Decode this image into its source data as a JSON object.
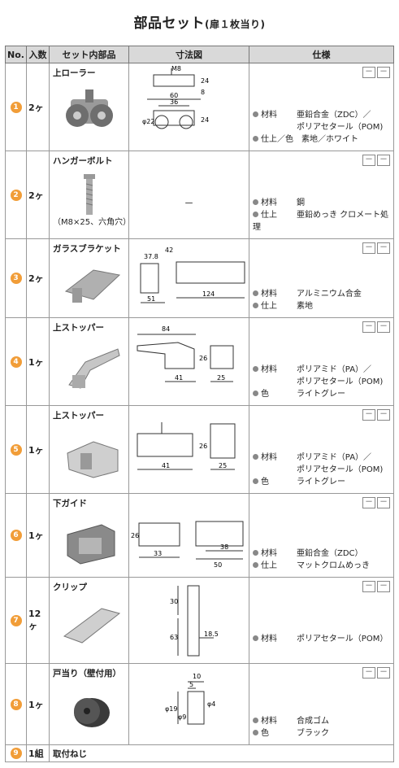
{
  "title": "部品セット",
  "title_note": "(扉１枚当り)",
  "headers": {
    "no": "No.",
    "qty": "入数",
    "part": "セット内部品",
    "dim": "寸法図",
    "spec": "仕様"
  },
  "rows": [
    {
      "no": "1",
      "qty": "2ヶ",
      "name": "上ローラー",
      "sub": "",
      "dim_labels": [
        "M8",
        "24",
        "8",
        "60",
        "36",
        "φ22",
        "24"
      ],
      "specs": [
        {
          "k": "材料",
          "v": "亜鉛合金（ZDC）／"
        },
        {
          "k": "",
          "v": "ポリアセタール（POM)"
        },
        {
          "k": "仕上／色",
          "v": "素地／ホワイト"
        }
      ]
    },
    {
      "no": "2",
      "qty": "2ヶ",
      "name": "ハンガーボルト",
      "sub": "（M8×25、六角穴）",
      "dim_text": "－",
      "specs": [
        {
          "k": "材料",
          "v": "鋼"
        },
        {
          "k": "仕上",
          "v": "亜鉛めっき クロメート処理"
        }
      ]
    },
    {
      "no": "3",
      "qty": "2ヶ",
      "name": "ガラスブラケット",
      "sub": "",
      "dim_labels": [
        "37.8",
        "42",
        "51",
        "124"
      ],
      "specs": [
        {
          "k": "材料",
          "v": "アルミニウム合金"
        },
        {
          "k": "仕上",
          "v": "素地"
        }
      ]
    },
    {
      "no": "4",
      "qty": "1ヶ",
      "name": "上ストッパー",
      "sub": "",
      "dim_labels": [
        "84",
        "26",
        "41",
        "25"
      ],
      "specs": [
        {
          "k": "材料",
          "v": "ポリアミド（PA）／"
        },
        {
          "k": "",
          "v": "ポリアセタール（POM)"
        },
        {
          "k": "色",
          "v": "ライトグレー"
        }
      ]
    },
    {
      "no": "5",
      "qty": "1ヶ",
      "name": "上ストッパー",
      "sub": "",
      "dim_labels": [
        "26",
        "41",
        "25"
      ],
      "specs": [
        {
          "k": "材料",
          "v": "ポリアミド（PA）／"
        },
        {
          "k": "",
          "v": "ポリアセタール（POM)"
        },
        {
          "k": "色",
          "v": "ライトグレー"
        }
      ]
    },
    {
      "no": "6",
      "qty": "1ヶ",
      "name": "下ガイド",
      "sub": "",
      "dim_labels": [
        "26",
        "33",
        "38",
        "50"
      ],
      "specs": [
        {
          "k": "材料",
          "v": "亜鉛合金（ZDC）"
        },
        {
          "k": "仕上",
          "v": "マットクロムめっき"
        }
      ]
    },
    {
      "no": "7",
      "qty": "12ヶ",
      "name": "クリップ",
      "sub": "",
      "dim_labels": [
        "30",
        "63",
        "18.5"
      ],
      "specs": [
        {
          "k": "材料",
          "v": "ポリアセタール（POM）"
        }
      ]
    },
    {
      "no": "8",
      "qty": "1ヶ",
      "name": "戸当り（壁付用）",
      "sub": "",
      "dim_labels": [
        "10",
        "5",
        "φ4",
        "φ19",
        "φ9"
      ],
      "specs": [
        {
          "k": "材料",
          "v": "合成ゴム"
        },
        {
          "k": "色",
          "v": "ブラック"
        }
      ]
    }
  ],
  "last_row": {
    "no": "9",
    "qty": "1組",
    "name": "取付ねじ"
  },
  "box_label": "－"
}
